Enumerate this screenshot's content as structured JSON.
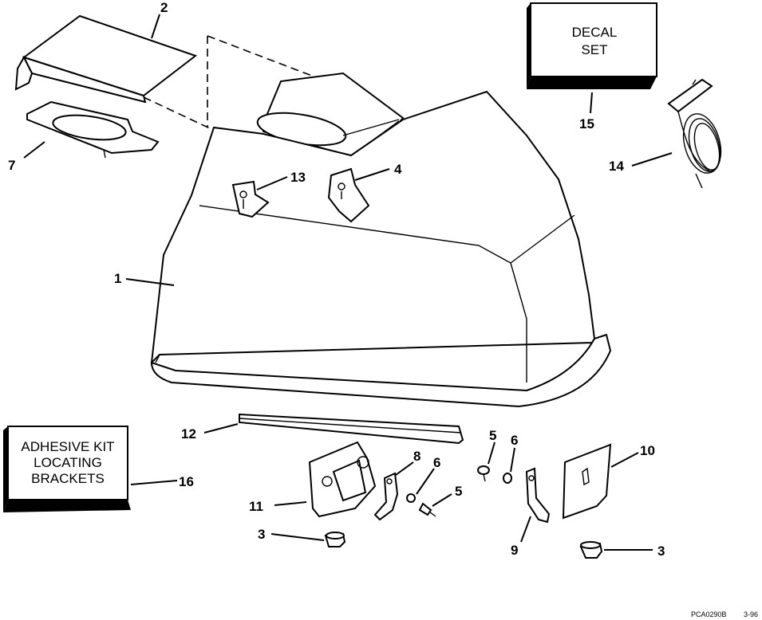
{
  "callouts": {
    "c1": "1",
    "c2": "2",
    "c3a": "3",
    "c3b": "3",
    "c4": "4",
    "c5a": "5",
    "c5b": "5",
    "c6a": "6",
    "c6b": "6",
    "c7": "7",
    "c8": "8",
    "c9": "9",
    "c10": "10",
    "c11": "11",
    "c12": "12",
    "c13": "13",
    "c14": "14",
    "c15": "15",
    "c16": "16"
  },
  "decal_box": {
    "line1": "DECAL",
    "line2": "SET"
  },
  "adhesive_box": {
    "line1": "ADHESIVE KIT",
    "line2": "LOCATING",
    "line3": "BRACKETS"
  },
  "footer": {
    "code": "PCA0290B",
    "date": "3-96"
  }
}
